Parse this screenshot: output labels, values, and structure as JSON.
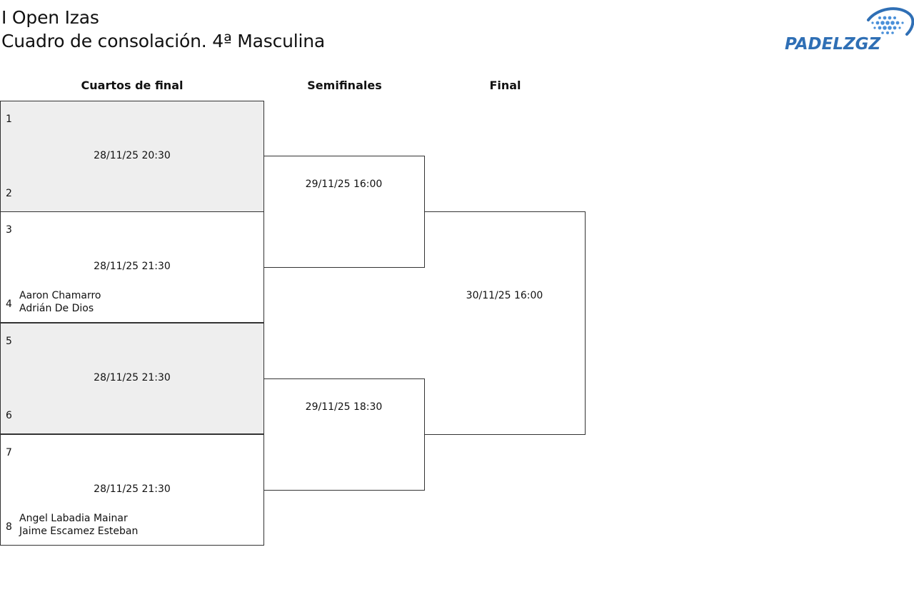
{
  "header": {
    "title_line1": "I Open Izas",
    "title_line2": "Cuadro de consolación. 4ª Masculina"
  },
  "logo": {
    "text": "PADELZGZ",
    "text_color": "#2f6fb5",
    "dot_color": "#4a90d9"
  },
  "rounds": {
    "quarterfinals": "Cuartos de final",
    "semifinals": "Semifinales",
    "final": "Final"
  },
  "quarterfinals": [
    {
      "seed_top": "1",
      "seed_bottom": "2",
      "date": "28/11/25 20:30",
      "bottom_players": [
        "",
        ""
      ]
    },
    {
      "seed_top": "3",
      "seed_bottom": "4",
      "date": "28/11/25 21:30",
      "bottom_players": [
        "Aaron Chamarro",
        "Adrián De Dios"
      ]
    },
    {
      "seed_top": "5",
      "seed_bottom": "6",
      "date": "28/11/25 21:30",
      "bottom_players": [
        "",
        ""
      ]
    },
    {
      "seed_top": "7",
      "seed_bottom": "8",
      "date": "28/11/25 21:30",
      "bottom_players": [
        "Angel Labadia Mainar",
        "Jaime Escamez Esteban"
      ]
    }
  ],
  "semifinals": [
    {
      "date": "29/11/25 16:00"
    },
    {
      "date": "29/11/25 18:30"
    }
  ],
  "final": {
    "date": "30/11/25 16:00"
  }
}
